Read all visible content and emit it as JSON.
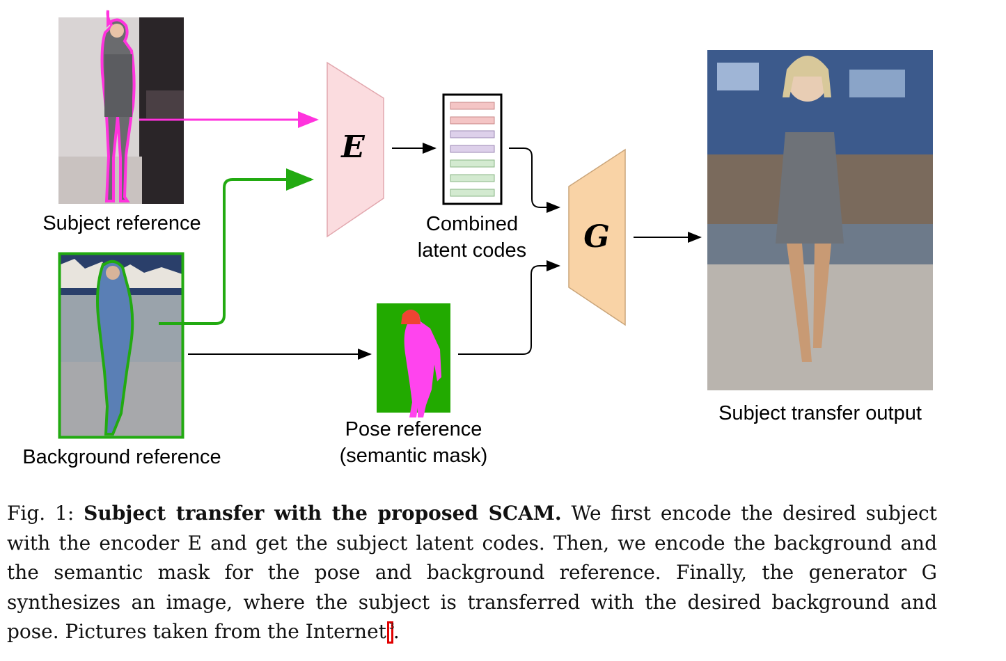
{
  "figure": {
    "labels": {
      "subject_reference": "Subject reference",
      "background_reference": "Background reference",
      "combined_line1": "Combined",
      "combined_line2": "latent codes",
      "pose_line1": "Pose reference",
      "pose_line2": "(semantic mask)",
      "output": "Subject transfer output"
    },
    "encoder_symbol": "E",
    "generator_symbol": "G",
    "colors": {
      "subject_outline": "#ff33dd",
      "background_outline": "#22aa11",
      "encoder_fill": "#fbdcdf",
      "generator_fill": "#f9d3a6",
      "mask_background": "#22aa00",
      "mask_body": "#ff44ee",
      "mask_hair": "#ee4433",
      "latent_red": "#f4c5c5",
      "latent_purple": "#ddd0ea",
      "latent_green": "#d3ead0"
    }
  },
  "caption": {
    "prefix": "Fig. 1: ",
    "bold": "Subject transfer with the proposed SCAM.",
    "body": " We first encode the desired subject with the encoder E and get the subject latent codes. Then, we encode the background and the semantic mask for the pose and background reference. Finally, the generator G synthesizes an image, where the subject is transferred with the desired background and pose. Pictures taken from the Internet",
    "footnote_mark": "3",
    "end": "."
  }
}
